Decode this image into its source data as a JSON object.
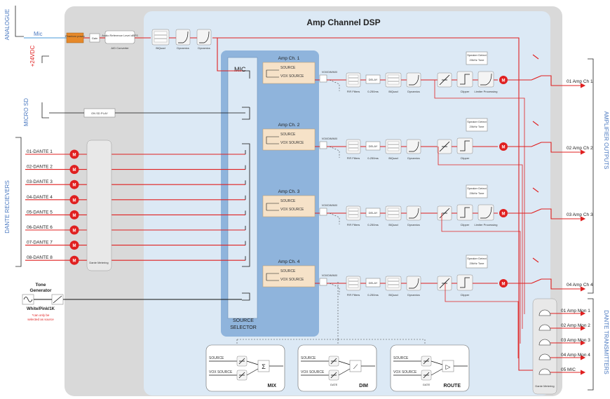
{
  "title": "Amp Channel DSP",
  "left_sections": {
    "analogue": "ANALOGUE",
    "v24": "+24VDC",
    "micro_sd": "MICRO SD",
    "dante_receivers": "DANTE RECIEVERS"
  },
  "right_sections": {
    "amplifier_outputs": "AMPLIFIER OUTPUTS",
    "dante_transmitters": "DANTE TRANSMITTERS"
  },
  "mic_input": "Mic",
  "input_chain": [
    "Phantom power",
    "Gain",
    "Audio Reference Level dBFS",
    "A/D Converter"
  ],
  "mic_chain": [
    "BiQuad",
    "Dynamics",
    "Dynamics"
  ],
  "sd_block": "ON SD PLAY",
  "dante_inputs": [
    "01-DANTE 1",
    "02-DANTE 2",
    "03-DANTE 3",
    "04-DANTE 4",
    "05-DANTE 5",
    "06-DANTE 6",
    "07-DANTE 7",
    "08-DANTE 8"
  ],
  "dante_metering": "Dante Metering",
  "meter_badge": "M",
  "tone": {
    "title": "Tone Generator",
    "modes": "White/Pink/1K",
    "note": "*can only be selected as source"
  },
  "source_selector": {
    "title": "SOURCE SELECTOR",
    "mic": "MIC"
  },
  "channels": [
    {
      "name": "Amp Ch. 1",
      "source": "SOURCE",
      "vox": "VOX SOURCE",
      "mode": "VOX/DIM/MIX",
      "fir": "FIR Filters",
      "delay": "DELAY",
      "delay_range": "0-250ms",
      "biquad": "BiQuad",
      "dynamics": "Dynamics",
      "clipper": "Clipper",
      "speaker": "Speaker Detect 20kHz Tone",
      "limiter": "Limiter Processing",
      "output": "01 Amp Ch 1"
    },
    {
      "name": "Amp Ch. 2",
      "source": "SOURCE",
      "vox": "VOX SOURCE",
      "mode": "VOX/DIM/MIX",
      "fir": "FIR Filters",
      "delay": "DELAY",
      "delay_range": "0-250ms",
      "biquad": "BiQuad",
      "dynamics": "Dynamics",
      "clipper": "Clipper",
      "speaker": "Speaker Detect 20kHz Tone",
      "limiter": "",
      "output": "02 Amp Ch 2"
    },
    {
      "name": "Amp Ch. 3",
      "source": "SOURCE",
      "vox": "VOX SOURCE",
      "mode": "VOX/DIM/MIX",
      "fir": "FIR Filters",
      "delay": "DELAY",
      "delay_range": "0-250ms",
      "biquad": "BiQuad",
      "dynamics": "Dynamics",
      "clipper": "Clipper",
      "speaker": "Speaker Detect 20kHz Tone",
      "limiter": "Limiter Processing",
      "output": "03 Amp Ch 3"
    },
    {
      "name": "Amp Ch. 4",
      "source": "SOURCE",
      "vox": "VOX SOURCE",
      "mode": "VOX/DIM/MIX",
      "fir": "FIR Filters",
      "delay": "DELAY",
      "delay_range": "0-250ms",
      "biquad": "BiQuad",
      "dynamics": "Dynamics",
      "clipper": "Clipper",
      "speaker": "Speaker Detect 20kHz Tone",
      "limiter": "",
      "output": "04 Amp Ch 4"
    }
  ],
  "monitors": [
    "01 Amp Mon 1",
    "02 Amp Mon 2",
    "03 Amp Mon 3",
    "04 Amp Mon 4",
    "05 MIC"
  ],
  "legend_blocks": [
    {
      "title": "MIX",
      "in1": "SOURCE",
      "in2": "VOX SOURCE"
    },
    {
      "title": "DIM",
      "in1": "SOURCE",
      "in2": "VOX SOURCE",
      "gate": "GATE"
    },
    {
      "title": "ROUTE",
      "in1": "SOURCE",
      "in2": "VOX SOURCE",
      "gate": "GATE"
    }
  ],
  "colors": {
    "panel": "#d9d9d9",
    "dsp": "#dce9f5",
    "selector": "#8fb4dc",
    "signal": "#e02020",
    "accent": "#4a78c0"
  }
}
